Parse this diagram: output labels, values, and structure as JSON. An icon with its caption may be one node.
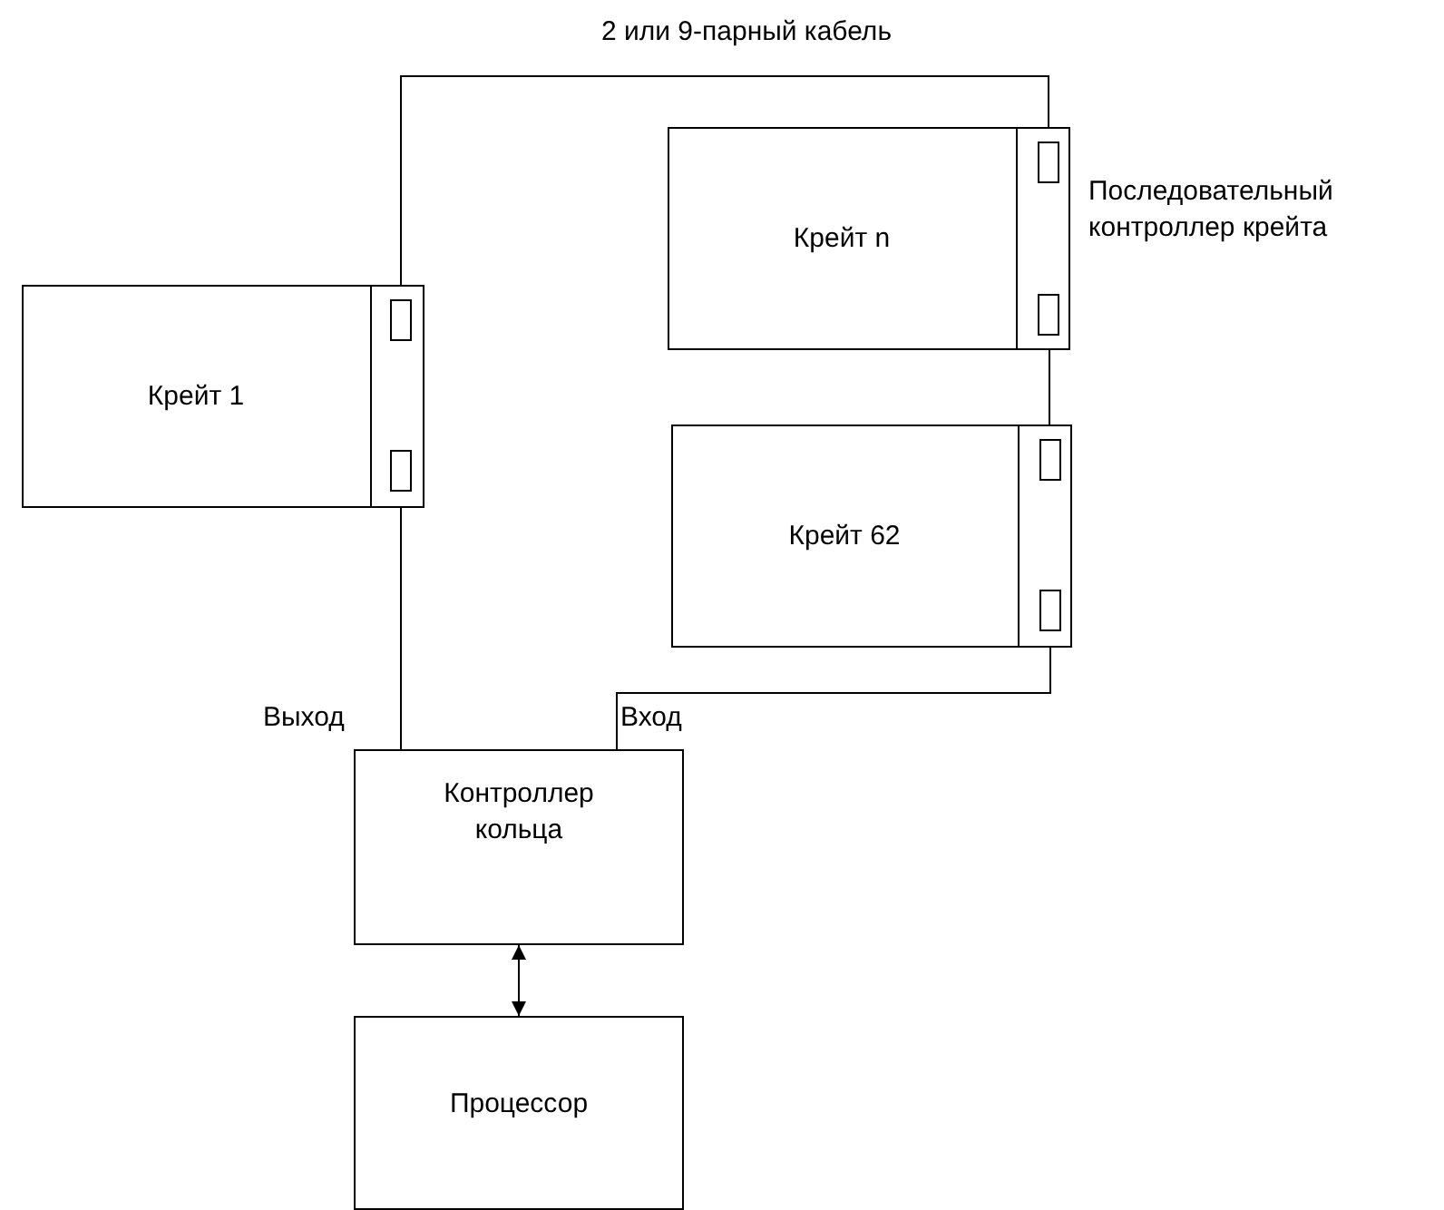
{
  "diagram": {
    "nodes": [
      {
        "text": [
          "Крейт 1"
        ]
      },
      {
        "text": [],
        "shape": "box",
        "in": 0
      },
      {
        "text": [],
        "shape": "box",
        "in": 0
      },
      {
        "text": [
          "Крейт n"
        ]
      },
      {
        "text": [],
        "shape": "box",
        "in": 3
      },
      {
        "text": [],
        "shape": "box",
        "in": 3
      },
      {
        "text": [
          "Крейт 62"
        ]
      },
      {
        "text": [],
        "shape": "box",
        "in": 6
      },
      {
        "text": [],
        "shape": "box",
        "in": 6
      },
      {
        "text": [
          "Контроллер кольца"
        ]
      },
      {
        "text": [
          "Процессор"
        ]
      }
    ],
    "edges": [
      {
        "from": 1,
        "to": 4,
        "arrow": "none",
        "label": "2 или 9-парный кабель"
      },
      {
        "from": 5,
        "to": 7,
        "arrow": "none"
      },
      {
        "from": 8,
        "to": 9,
        "arrow": "none"
      },
      {
        "from": 2,
        "to": 9,
        "arrow": "none"
      },
      {
        "from": 9,
        "to": 10,
        "arrow": "both"
      }
    ],
    "labels": [
      "Последовательный контроллер крейта",
      "Выход",
      "Вход"
    ]
  }
}
